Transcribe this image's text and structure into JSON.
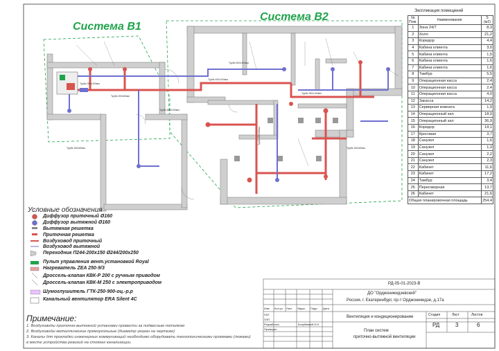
{
  "systems": {
    "b1": "Система В1",
    "b2": "Система В2"
  },
  "explication": {
    "title": "Экспликация помещений",
    "headers": {
      "num": "№ Пом.",
      "name": "Наименование",
      "area": "S (м2)"
    },
    "rows": [
      {
        "n": "1",
        "name": "Зона 24/7",
        "area": "8,3"
      },
      {
        "n": "2",
        "name": "Холл",
        "area": "21,2"
      },
      {
        "n": "3",
        "name": "Коридор",
        "area": "4,4"
      },
      {
        "n": "4",
        "name": "Кабина клиента",
        "area": "3,0"
      },
      {
        "n": "5",
        "name": "Кабина клиента",
        "area": "1,5"
      },
      {
        "n": "6",
        "name": "Кабина клиента",
        "area": "1,6"
      },
      {
        "n": "7",
        "name": "Кабина клиента",
        "area": "1,6"
      },
      {
        "n": "8",
        "name": "Тамбур",
        "area": "5,5"
      },
      {
        "n": "9",
        "name": "Операционная касса",
        "area": "2,4"
      },
      {
        "n": "10",
        "name": "Операционная касса",
        "area": "2,4"
      },
      {
        "n": "11",
        "name": "Операционная касса",
        "area": "4,0"
      },
      {
        "n": "12",
        "name": "Закасса",
        "area": "14,2"
      },
      {
        "n": "13",
        "name": "Серверная комната",
        "area": "1,9"
      },
      {
        "n": "14",
        "name": "Операционный зал",
        "area": "18,0"
      },
      {
        "n": "15",
        "name": "Операционный зал",
        "area": "36,9"
      },
      {
        "n": "16",
        "name": "Коридор",
        "area": "19,1"
      },
      {
        "n": "17",
        "name": "Кросовая",
        "area": "3,7"
      },
      {
        "n": "18",
        "name": "Санузел",
        "area": "1,6"
      },
      {
        "n": "19",
        "name": "Санузел",
        "area": "1,3"
      },
      {
        "n": "20",
        "name": "Санузел",
        "area": "2,2"
      },
      {
        "n": "21",
        "name": "Санузел",
        "area": "2,3"
      },
      {
        "n": "22",
        "name": "Кабинет",
        "area": "11,6"
      },
      {
        "n": "23",
        "name": "Кабинет",
        "area": "17,2"
      },
      {
        "n": "24",
        "name": "Тамбур",
        "area": "3,4"
      },
      {
        "n": "25",
        "name": "Переговорная",
        "area": "13,7"
      },
      {
        "n": "26",
        "name": "Кабинет",
        "area": "21,6"
      }
    ],
    "total": {
      "label": "Общая планировочная площадь",
      "area": "254,4"
    }
  },
  "legend": {
    "title": "Условные обозначения",
    "items": [
      {
        "label": "Диффузор приточный Ø160",
        "icon": "supply-diffuser-icon"
      },
      {
        "label": "Диффузор вытяжной Ø160",
        "icon": "exhaust-diffuser-icon"
      },
      {
        "label": "Вытяжная решетка",
        "icon": "exhaust-grille-icon"
      },
      {
        "label": "Приточная решетка",
        "icon": "supply-grille-icon"
      },
      {
        "label": "Воздуховод приточный",
        "icon": "supply-duct-icon"
      },
      {
        "label": "Воздуховод вытяжной",
        "icon": "exhaust-duct-icon"
      },
      {
        "label": "Переходник П244-200х150 Ø244/200х250",
        "icon": "adapter-icon"
      },
      {
        "label": "Пульт управления вент.установкой Royal",
        "icon": "control-panel-icon"
      },
      {
        "label": "Нагреватель ZEA 250-9/3",
        "icon": "heater-icon"
      },
      {
        "label": "Дроссель-клапан КВК-Р 200 с ручным приводом",
        "icon": "damper-manual-icon"
      },
      {
        "label": "Дроссель-клапан КВК-М 250 с электроприводом",
        "icon": "damper-electric-icon"
      },
      {
        "label": "Шумоглушитель ГТК-250-900-оц.-р.р",
        "icon": "silencer-icon"
      },
      {
        "label": "Канальный вентилятор ERA Silent 4C",
        "icon": "duct-fan-icon"
      }
    ],
    "colors": {
      "supply": "#d9534f",
      "exhaust": "#6f6fd0",
      "green": "#1fa34a",
      "wall": "#cfcfcf"
    }
  },
  "notes": {
    "title": "Примечание:",
    "items": [
      "1. Воздуховоды приточно-вытяжной установки провести за подвесным потолком",
      "2. Воздуховоды металлические прямоугольные (диаметр указан на чертеже)",
      "3. Каналы для прокладки инженерных коммуникаций необходимо оборудовать технологическими проемами (люками)",
      "в месте устройства ревизий на стояках канализации."
    ]
  },
  "title_block": {
    "code": "РД-05-01-2023-В",
    "org": "ДО \"Орджоникидзевский\"",
    "address": "Россия, г. Екатеринбург, пр-т Орджоникидзе, д.17а",
    "section": "Вентиляция и кондиционирование",
    "sheet_title_1": "План систем",
    "sheet_title_2": "приточно-вытяжной вентиляции",
    "stage_label": "Стадия",
    "sheet_label": "Лист",
    "sheets_label": "Листов",
    "stage": "РД",
    "sheet": "3",
    "sheets": "6",
    "cols": [
      "Изм.",
      "Кол.уч",
      "Лист",
      "№док.",
      "Подп.",
      "Дата"
    ],
    "roles": [
      "ГАП",
      "ГИП",
      "Разработал",
      "Проверил"
    ],
    "dev_name": "Кочубеевий Н.Н."
  },
  "duct_labels": [
    "Труба 160х60мм",
    "Труба 200х60мм",
    "Труба 250х100мм",
    "Труба 300х100мм",
    "Труба 400х100мм",
    "Труба 450х100мм",
    "Труба 500х100мм"
  ]
}
